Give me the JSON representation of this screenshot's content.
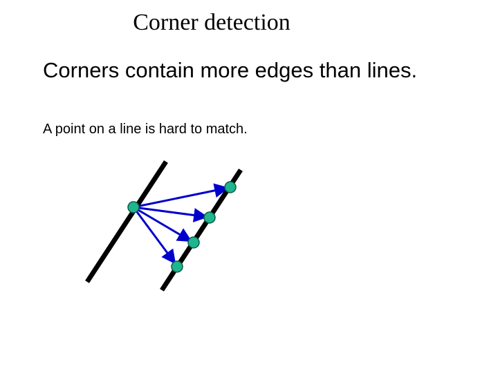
{
  "slide": {
    "title": "Corner detection",
    "headline": "Corners contain more edges than lines.",
    "body": "A point on a line is hard to match."
  },
  "diagram": {
    "colors": {
      "line": "#000000",
      "arrow": "#0000cc",
      "point_fill": "#1fb58f",
      "point_stroke": "#0b5a44"
    }
  }
}
